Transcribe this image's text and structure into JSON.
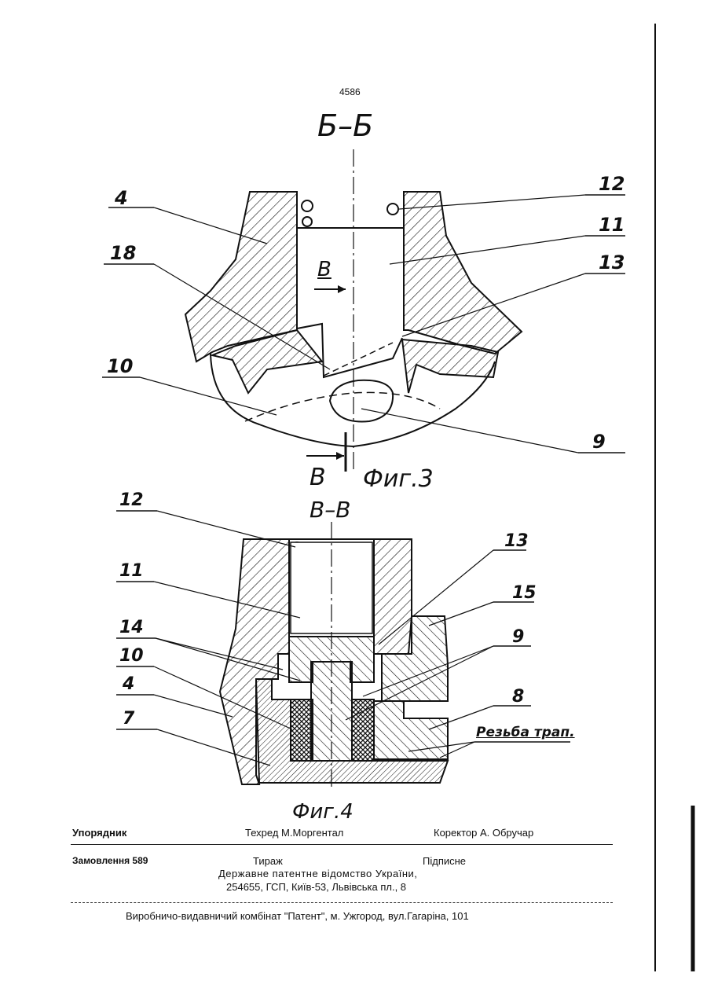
{
  "page_number": "4586",
  "fig3": {
    "section_title": "Б–Б",
    "caption": "Фиг.3",
    "view_marker_top": "В",
    "view_marker_bottom": "В",
    "labels": {
      "l4": "4",
      "l18": "18",
      "l10": "10",
      "l12": "12",
      "l11": "11",
      "l13": "13",
      "l9": "9"
    }
  },
  "fig4": {
    "section_title": "В–В",
    "caption": "Фиг.4",
    "labels": {
      "l12": "12",
      "l11": "11",
      "l14": "14",
      "l10": "10",
      "l4": "4",
      "l7": "7",
      "l13": "13",
      "l15": "15",
      "l9": "9",
      "l8": "8"
    },
    "thread_label": "Резьба трап."
  },
  "imprint": {
    "compiler": "Упорядник",
    "techeditor": "Техред М.Моргентал",
    "proofreader": "Коректор А. Обручар",
    "order": "Замовлення 589",
    "circulation": "Тираж",
    "subscription": "Підписне",
    "office_line1": "Державне патентне відомство України,",
    "office_line2": "254655, ГСП, Київ-53, Львівська пл., 8",
    "plant": "Виробничо-видавничий комбінат \"Патент\", м. Ужгород, вул.Гагаріна, 101"
  }
}
